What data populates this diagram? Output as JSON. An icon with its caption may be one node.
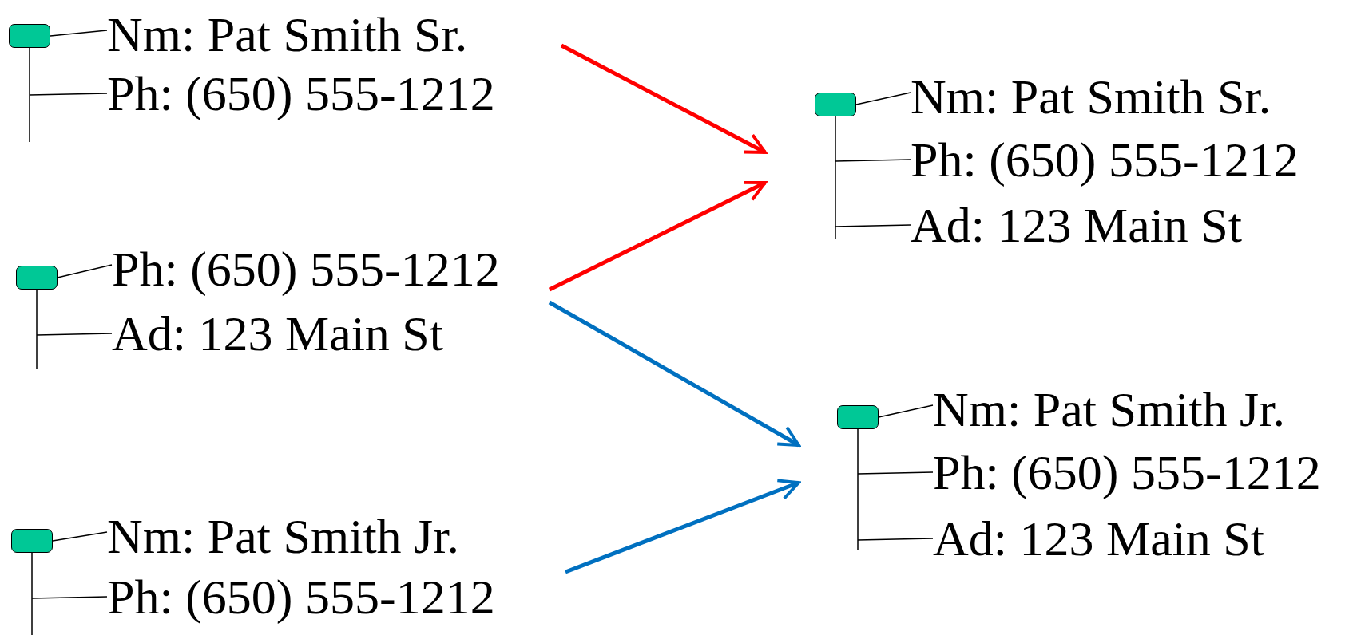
{
  "diagram": {
    "nodes": [
      {
        "text": [
          "Nm: Pat Smith Sr.",
          "Ph: (650) 555-1212"
        ]
      },
      {
        "text": [
          "Ph: (650) 555-1212",
          "Ad: 123 Main St"
        ]
      },
      {
        "text": [
          "Nm: Pat Smith Jr.",
          "Ph: (650) 555-1212"
        ]
      },
      {
        "text": [
          "Nm: Pat Smith Sr.",
          "Ph: (650) 555-1212",
          "Ad: 123 Main St"
        ]
      },
      {
        "text": [
          "Nm: Pat Smith Jr.",
          "Ph: (650) 555-1212",
          "Ad: 123 Main St"
        ]
      }
    ],
    "edges": [
      {
        "from": 0,
        "to": 3,
        "arrow": "to",
        "color": "#ff0000"
      },
      {
        "from": 1,
        "to": 3,
        "arrow": "to",
        "color": "#ff0000"
      },
      {
        "from": 1,
        "to": 4,
        "arrow": "to",
        "color": "#0070c0"
      },
      {
        "from": 2,
        "to": 4,
        "arrow": "to",
        "color": "#0070c0"
      }
    ]
  }
}
